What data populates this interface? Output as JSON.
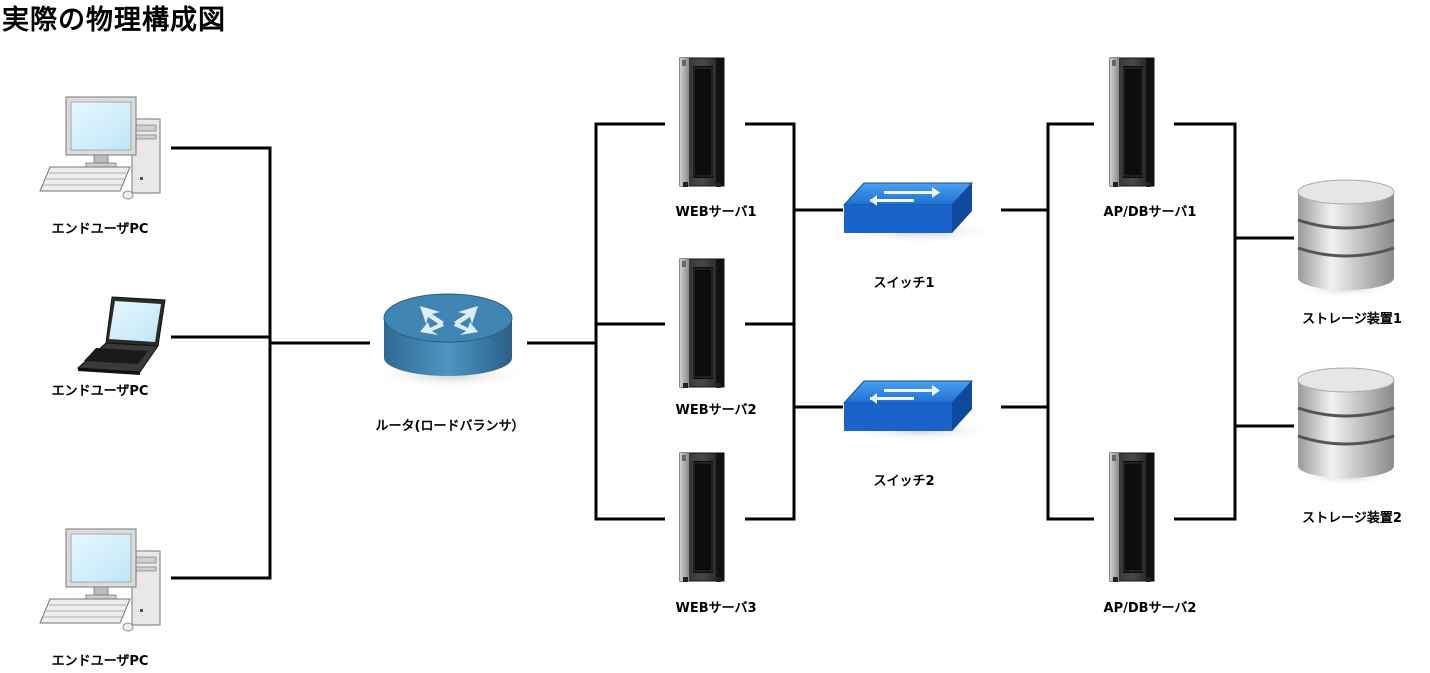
{
  "title": "実際の物理構成図",
  "nodes": {
    "pc1": "エンドユーザPC",
    "pc2": "エンドユーザPC",
    "pc3": "エンドユーザPC",
    "router": "ルータ(ロードバランサ）",
    "web1": "WEBサーバ1",
    "web2": "WEBサーバ2",
    "web3": "WEBサーバ3",
    "switch1": "スイッチ1",
    "switch2": "スイッチ2",
    "apdb1": "AP/DBサーバ1",
    "apdb2": "AP/DBサーバ2",
    "storage1": "ストレージ装置1",
    "storage2": "ストレージ装置2"
  },
  "icons": {
    "pc1": "desktop-pc-icon",
    "pc2": "laptop-icon",
    "pc3": "desktop-pc-icon",
    "router": "router-icon",
    "servers": "server-rack-icon",
    "switches": "network-switch-icon",
    "storage": "database-storage-icon"
  },
  "colors": {
    "line": "#000000",
    "switch_blue": "#1e6fd0",
    "router_blue": "#3a7ba6"
  }
}
